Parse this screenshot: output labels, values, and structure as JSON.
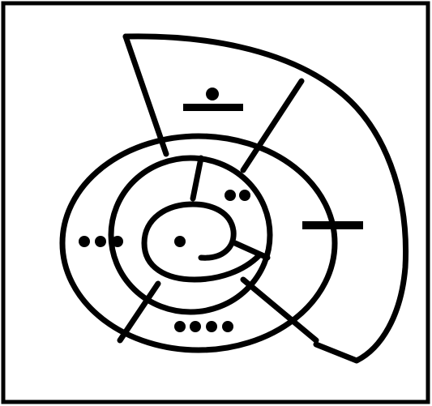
{
  "diagram": {
    "subject": "spiral-shell-numeral-diagram",
    "colors": {
      "background": "#ffffff",
      "ink": "#000000"
    },
    "chambers": [
      {
        "id": "center",
        "dots": 1,
        "bars": 0
      },
      {
        "id": "upper-inner",
        "dots": 2,
        "bars": 0
      },
      {
        "id": "left",
        "dots": 3,
        "bars": 0
      },
      {
        "id": "bottom",
        "dots": 4,
        "bars": 0
      },
      {
        "id": "right",
        "dots": 0,
        "bars": 1
      },
      {
        "id": "top",
        "dots": 1,
        "bars": 1
      }
    ]
  }
}
